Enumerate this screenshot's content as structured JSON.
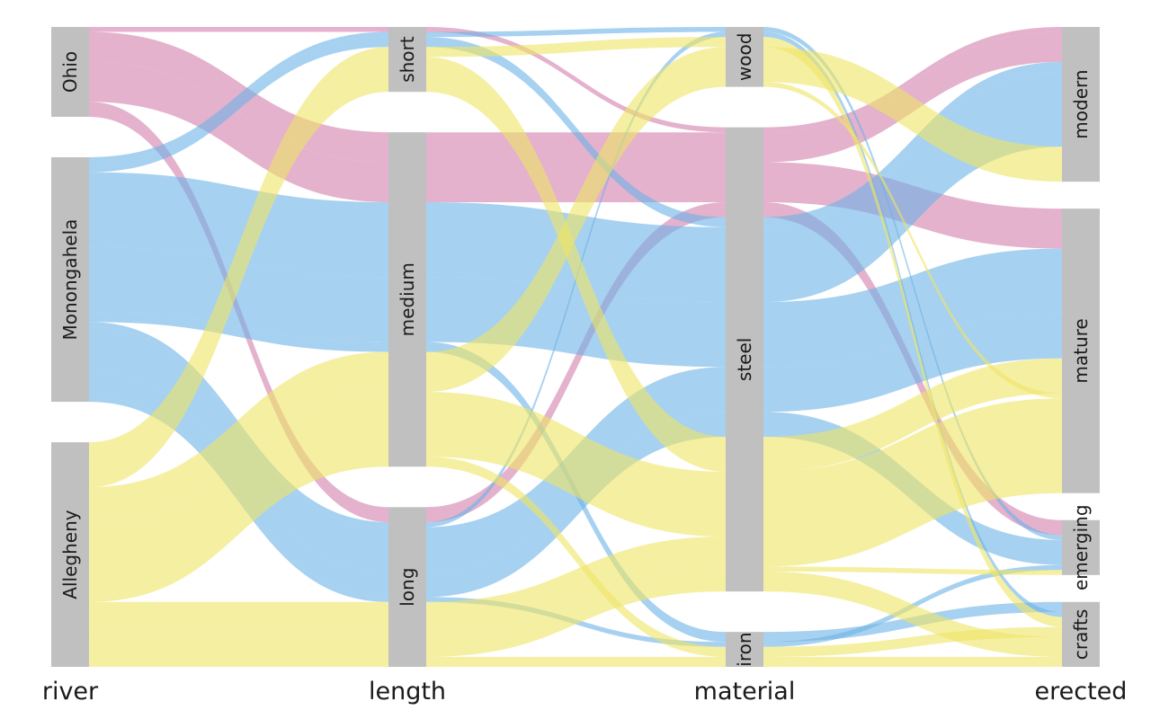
{
  "chart_data": {
    "type": "alluvial",
    "title": "",
    "axes": [
      "river",
      "length",
      "material",
      "erected"
    ],
    "nodes": {
      "river": [
        "Ohio",
        "Monongahela",
        "Allegheny"
      ],
      "length": [
        "short",
        "medium",
        "long"
      ],
      "material": [
        "wood",
        "steel",
        "iron"
      ],
      "erected": [
        "modern",
        "mature",
        "emerging",
        "crafts"
      ]
    },
    "colors": {
      "Ohio": "#d27fac",
      "Monongahela": "#6cb2e6",
      "Allegheny": "#efe564",
      "node": "#c0c0c0"
    },
    "flows": [
      {
        "river": "Ohio",
        "length": "short",
        "material": "steel",
        "erected": "modern",
        "value": 1
      },
      {
        "river": "Ohio",
        "length": "medium",
        "material": "steel",
        "erected": "modern",
        "value": 6
      },
      {
        "river": "Ohio",
        "length": "medium",
        "material": "steel",
        "erected": "mature",
        "value": 8
      },
      {
        "river": "Ohio",
        "length": "long",
        "material": "steel",
        "erected": "emerging",
        "value": 3
      },
      {
        "river": "Monongahela",
        "length": "short",
        "material": "wood",
        "erected": "emerging",
        "value": 1
      },
      {
        "river": "Monongahela",
        "length": "short",
        "material": "steel",
        "erected": "modern",
        "value": 2
      },
      {
        "river": "Monongahela",
        "length": "medium",
        "material": "steel",
        "erected": "modern",
        "value": 15
      },
      {
        "river": "Monongahela",
        "length": "medium",
        "material": "steel",
        "erected": "mature",
        "value": 13
      },
      {
        "river": "Monongahela",
        "length": "medium",
        "material": "iron",
        "erected": "crafts",
        "value": 2
      },
      {
        "river": "Monongahela",
        "length": "long",
        "material": "wood",
        "erected": "crafts",
        "value": 1
      },
      {
        "river": "Monongahela",
        "length": "long",
        "material": "steel",
        "erected": "mature",
        "value": 9
      },
      {
        "river": "Monongahela",
        "length": "long",
        "material": "steel",
        "erected": "emerging",
        "value": 5
      },
      {
        "river": "Monongahela",
        "length": "long",
        "material": "iron",
        "erected": "emerging",
        "value": 1
      },
      {
        "river": "Allegheny",
        "length": "short",
        "material": "wood",
        "erected": "crafts",
        "value": 2
      },
      {
        "river": "Allegheny",
        "length": "short",
        "material": "steel",
        "erected": "mature",
        "value": 7
      },
      {
        "river": "Allegheny",
        "length": "medium",
        "material": "wood",
        "erected": "modern",
        "value": 7
      },
      {
        "river": "Allegheny",
        "length": "medium",
        "material": "wood",
        "erected": "mature",
        "value": 1
      },
      {
        "river": "Allegheny",
        "length": "medium",
        "material": "steel",
        "erected": "mature",
        "value": 13
      },
      {
        "river": "Allegheny",
        "length": "medium",
        "material": "iron",
        "erected": "crafts",
        "value": 2
      },
      {
        "river": "Allegheny",
        "length": "long",
        "material": "steel",
        "erected": "mature",
        "value": 6
      },
      {
        "river": "Allegheny",
        "length": "long",
        "material": "steel",
        "erected": "emerging",
        "value": 1
      },
      {
        "river": "Allegheny",
        "length": "long",
        "material": "steel",
        "erected": "crafts",
        "value": 4
      },
      {
        "river": "Allegheny",
        "length": "long",
        "material": "iron",
        "erected": "crafts",
        "value": 2
      }
    ]
  }
}
